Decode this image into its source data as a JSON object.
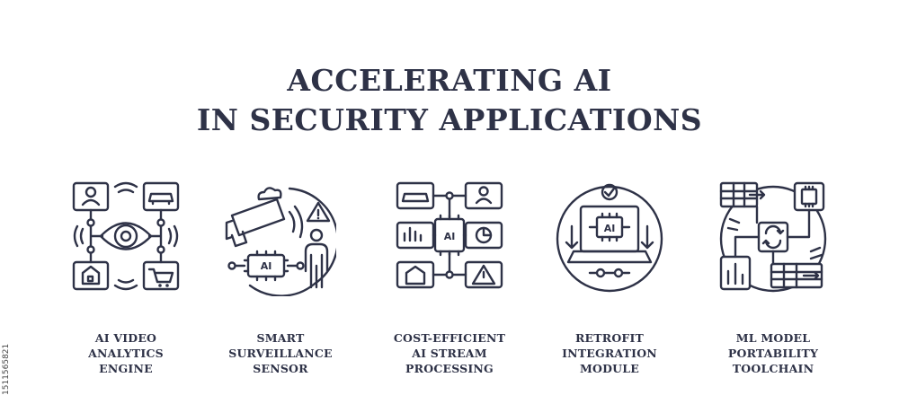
{
  "title": {
    "line1": "ACCELERATING AI",
    "line2": "IN SECURITY APPLICATIONS"
  },
  "side_code": "1511565821",
  "items": [
    {
      "icon": "eye-network-icon",
      "lines": [
        "AI VIDEO",
        "ANALYTICS",
        "ENGINE"
      ]
    },
    {
      "icon": "camera-person-icon",
      "lines": [
        "SMART",
        "SURVEILLANCE",
        "SENSOR"
      ]
    },
    {
      "icon": "ai-chip-network-icon",
      "lines": [
        "COST-EFFICIENT",
        "AI STREAM",
        "PROCESSING"
      ]
    },
    {
      "icon": "laptop-ai-icon",
      "lines": [
        "RETROFIT",
        "INTEGRATION",
        "MODULE"
      ]
    },
    {
      "icon": "model-portability-icon",
      "lines": [
        "ML MODEL",
        "PORTABILITY",
        "TOOLCHAIN"
      ]
    }
  ],
  "icon_text": {
    "ai": "AI"
  },
  "colors": {
    "ink": "#2e3247",
    "background": "#ffffff"
  }
}
